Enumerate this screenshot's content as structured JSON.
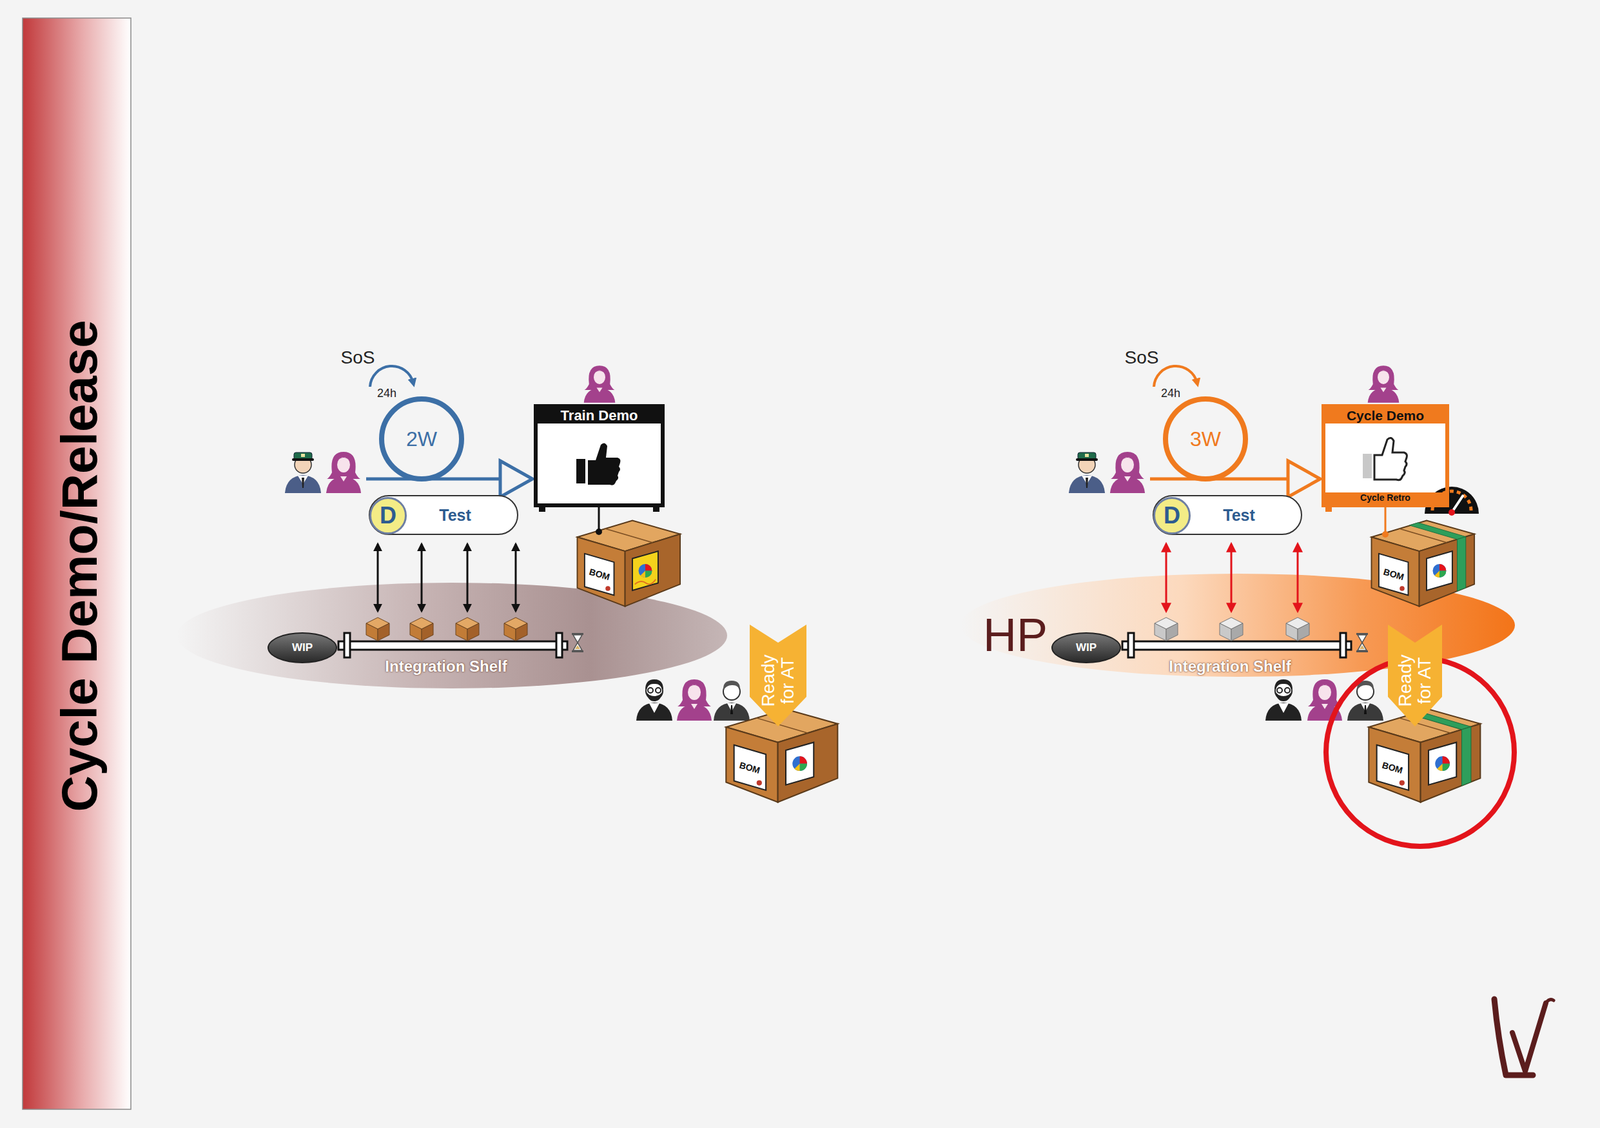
{
  "diagram": {
    "title": "Cycle Demo/Release",
    "nodes": [
      {
        "text": [
          "2W"
        ]
      },
      {
        "text": [
          "D"
        ]
      },
      {
        "text": [
          "Test"
        ]
      },
      {
        "text": [
          "Train Demo"
        ]
      },
      {
        "text": [
          "WIP"
        ]
      },
      {
        "text": [
          "Integration Shelf"
        ]
      },
      {
        "text": [
          "Ready for AT"
        ]
      },
      {
        "text": [
          "3W"
        ]
      },
      {
        "text": [
          "D"
        ]
      },
      {
        "text": [
          "Test"
        ]
      },
      {
        "text": [
          "Cycle Demo",
          "Cycle Retro"
        ]
      },
      {
        "text": [
          "WIP"
        ]
      },
      {
        "text": [
          "Integration Shelf"
        ]
      },
      {
        "text": [
          "Ready for AT"
        ]
      }
    ],
    "edges": [
      {
        "from": 0,
        "to": 3,
        "arrow": "to"
      },
      {
        "from": 7,
        "to": 10,
        "arrow": "to"
      }
    ],
    "labels": [
      "SoS",
      "24h",
      "BOM",
      "BOM",
      "SoS",
      "24h",
      "HP",
      "BOM",
      "BOM"
    ]
  }
}
